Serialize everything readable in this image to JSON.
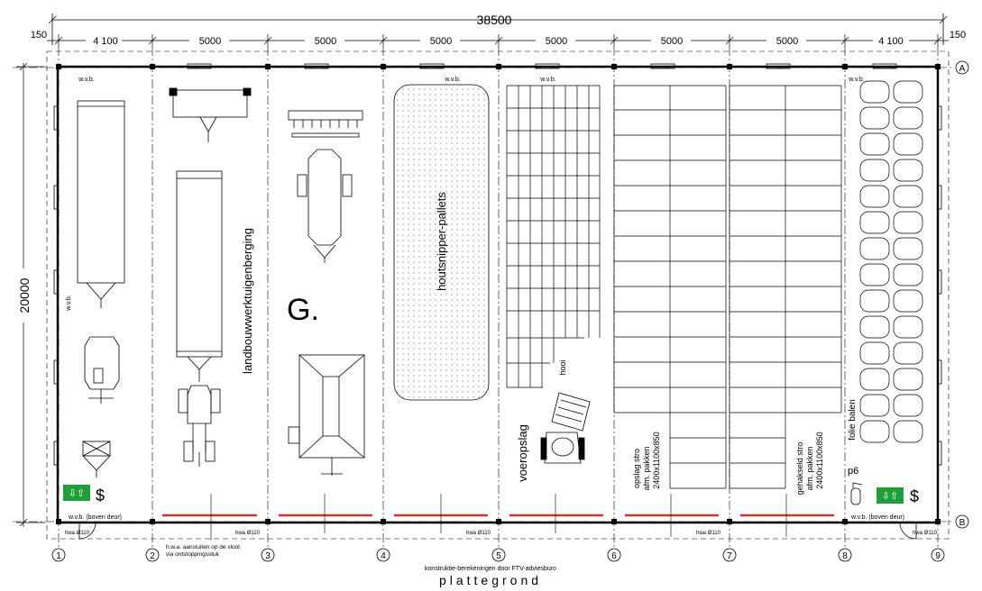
{
  "dimensions": {
    "total_width": "38500",
    "total_depth": "20000",
    "edge_offset_left": "150",
    "edge_offset_right": "150",
    "bays": [
      "4 100",
      "5000",
      "5000",
      "5000",
      "5000",
      "5000",
      "5000",
      "4 100"
    ]
  },
  "grid_columns": [
    "1",
    "2",
    "3",
    "4",
    "5",
    "6",
    "7",
    "8",
    "9"
  ],
  "grid_rows": [
    "A",
    "B"
  ],
  "labels": {
    "wvb": "w.v.b.",
    "wvb_door": "w.v.b. (boven deur)",
    "hwa": "hwa Ø110",
    "hwa_note_1": "h.w.a. aansluiten op de sloot",
    "hwa_note_2": "via ontstoppingsstuk",
    "zone_g": "G.",
    "machinery": "landbouwwerktuigenberging",
    "pallets": "houtsnipper-pallets",
    "hay": "hooi",
    "feed": "voeropslag",
    "straw_1": "opslag stro",
    "straw_2": "afm. pakken",
    "straw_3": "2400x1100x850",
    "silage_1": "gehakseld stro",
    "silage_2": "afm. pakken",
    "silage_3": "2400x1100x850",
    "bales": "folie balen",
    "extinguisher": "p6",
    "exit_symbol": "$"
  },
  "footer": {
    "note": "konstruktie-berekeningen door FTV-adviesburo",
    "title": "plattegrond"
  },
  "colors": {
    "ink": "#000000",
    "door": "#c0392b",
    "exit_sign": "#1f9e3a"
  }
}
